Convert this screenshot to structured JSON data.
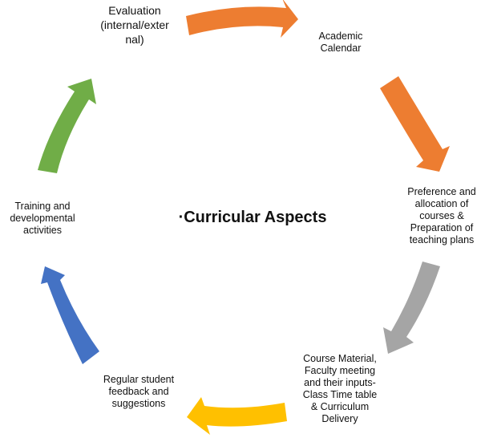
{
  "center_title": "·Curricular Aspects",
  "stages": [
    {
      "label": "Evaluation\n(internal/exter\nnal)",
      "arrow_color": "#ED7D31"
    },
    {
      "label": "Academic\nCalendar",
      "arrow_color": "#ED7D31"
    },
    {
      "label": "Preference and\nallocation of\ncourses &\nPreparation of\nteaching plans",
      "arrow_color": "#A5A5A5"
    },
    {
      "label": "Course Material,\nFaculty meeting\nand their inputs-\nClass Time table\n& Curriculum\nDelivery",
      "arrow_color": "#FFC000"
    },
    {
      "label": "Regular student\nfeedback and\nsuggestions",
      "arrow_color": "#4472C4"
    },
    {
      "label": "Training and\ndevelopmental\nactivities",
      "arrow_color": "#70AD47"
    }
  ]
}
